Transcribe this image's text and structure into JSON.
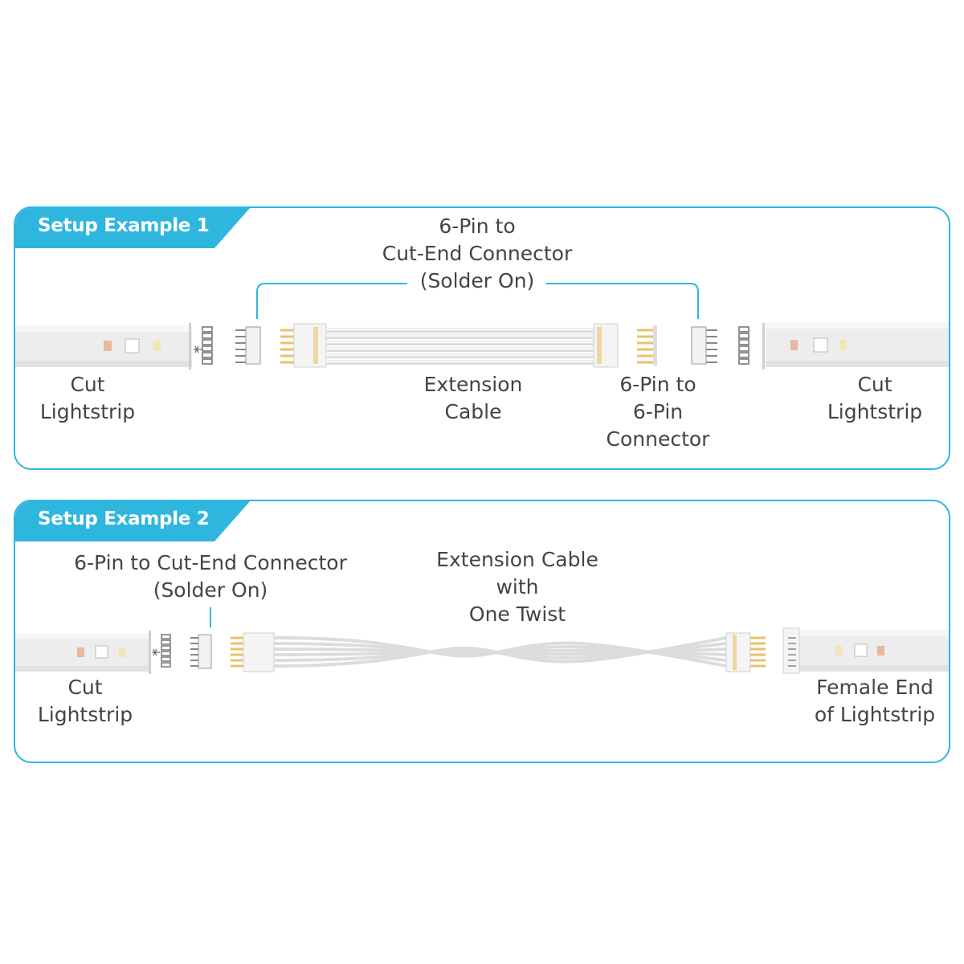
{
  "colors": {
    "accent": "#2fb6df",
    "text": "#444444",
    "pin_gold": "#e8c26a",
    "strip": "#ededed"
  },
  "example1": {
    "tab_label": "Setup Example 1",
    "connector_label": [
      "6-Pin to",
      "Cut-End Connector",
      "(Solder On)"
    ],
    "left_strip_label": [
      "Cut",
      "Lightstrip"
    ],
    "extension_label": [
      "Extension",
      "Cable"
    ],
    "pin_connector_label": [
      "6-Pin to",
      "6-Pin",
      "Connector"
    ],
    "right_strip_label": [
      "Cut",
      "Lightstrip"
    ]
  },
  "example2": {
    "tab_label": "Setup Example 2",
    "connector_label": [
      "6-Pin to Cut-End Connector",
      "(Solder On)"
    ],
    "extension_label": [
      "Extension Cable",
      "with",
      "One Twist"
    ],
    "left_strip_label": [
      "Cut",
      "Lightstrip"
    ],
    "right_strip_label": [
      "Female End",
      "of Lightstrip"
    ]
  }
}
